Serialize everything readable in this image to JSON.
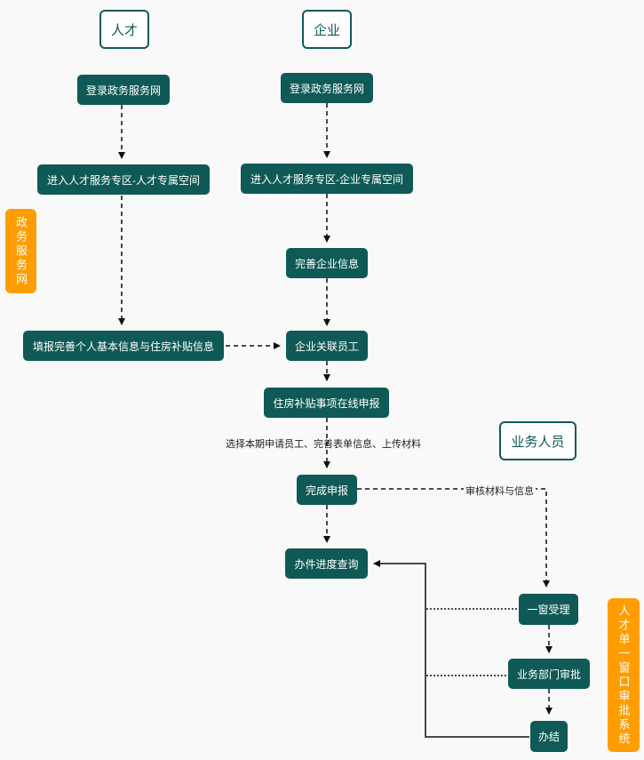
{
  "roles": {
    "talent": "人才",
    "enterprise": "企业",
    "staff": "业务人员"
  },
  "sides": {
    "gov_portal": "政务服务网",
    "talent_window": "人才单一窗口审批系统"
  },
  "nodes": {
    "talent_login": "登录政务服务网",
    "talent_zone": "进入人才服务专区-人才专属空间",
    "talent_fill": "填报完善个人基本信息与住房补贴信息",
    "ent_login": "登录政务服务网",
    "ent_zone": "进入人才服务专区-企业专属空间",
    "ent_info": "完善企业信息",
    "ent_link": "企业关联员工",
    "apply": "住房补贴事项在线申报",
    "finish_apply": "完成申报",
    "progress": "办件进度查询",
    "accept": "一窗受理",
    "dept_approve": "业务部门审批",
    "done": "办结"
  },
  "labels": {
    "apply_step": "选择本期申请员工、完善表单信息、上传材料",
    "review": "审核材料与信息"
  },
  "colors": {
    "node": "#0f5a56",
    "side": "#ff9d00",
    "background": "#f9f9f9"
  }
}
